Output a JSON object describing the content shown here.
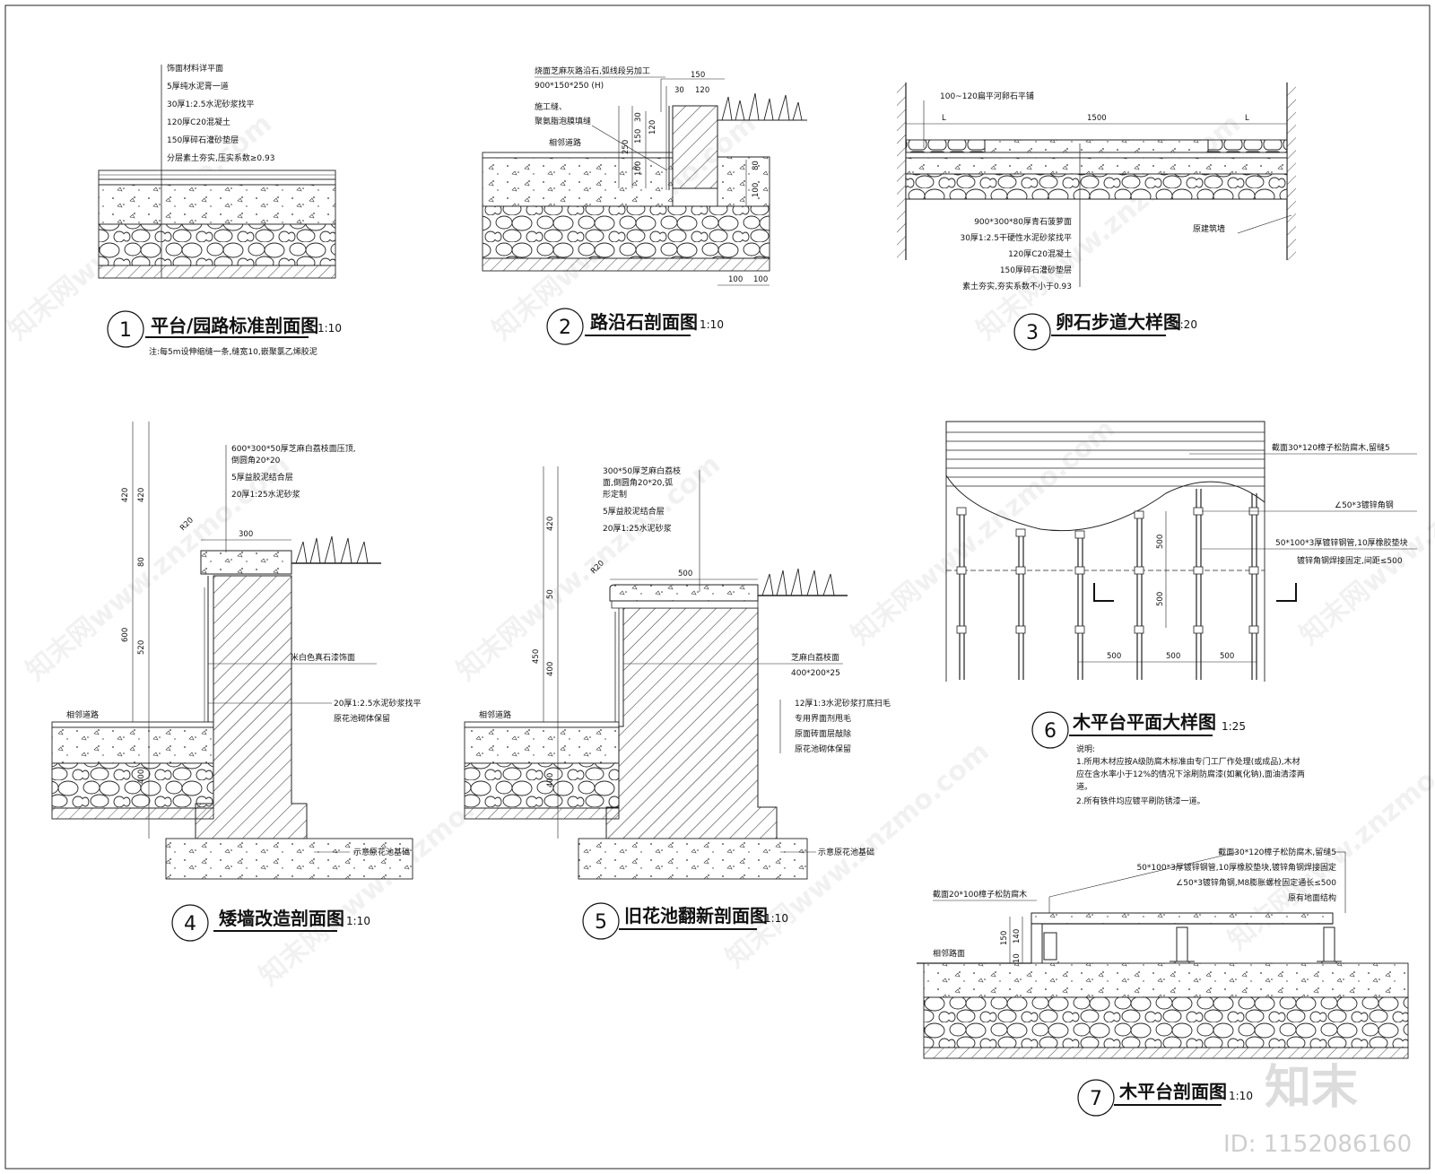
{
  "brand": {
    "logo_text": "知末",
    "id_text": "ID: 1152086160"
  },
  "watermark": "知末网www.znzmo.com",
  "details": [
    {
      "id": "d1",
      "number": "1",
      "title": "平台/园路标准剖面图",
      "scale": "1:10",
      "note": "注:每5m设伸缩缝一条,缝宽10,嵌聚氯乙烯胶泥",
      "labels": [
        "饰面材料详平面",
        "5厚纯水泥膏一道",
        "30厚1:2.5水泥砂浆找平",
        "120厚C20混凝土",
        "150厚碎石灌砂垫层",
        "分层素土夯实,压实系数≥0.93"
      ]
    },
    {
      "id": "d2",
      "number": "2",
      "title": "路沿石剖面图",
      "scale": "1:10",
      "labels": [
        "烧面芝麻灰路沿石,弧线段另加工",
        "900*150*250 (H)",
        "施工缝、",
        "聚氨脂泡膜填缝",
        "相邻道路"
      ],
      "dims": [
        "150",
        "30",
        "120",
        "30",
        "150",
        "120",
        "250",
        "100",
        "80",
        "100",
        "100",
        "100"
      ]
    },
    {
      "id": "d3",
      "number": "3",
      "title": "卵石步道大样图",
      "scale": "1:20",
      "labels": [
        "100~120扁平河卵石平铺",
        "900*300*80厚青石菠萝面",
        "30厚1:2.5干硬性水泥砂浆找平",
        "120厚C20混凝土",
        "150厚碎石灌砂垫层",
        "素土夯实,夯实系数不小于0.93",
        "原建筑墙"
      ],
      "dims": [
        "L",
        "1500",
        "L"
      ]
    },
    {
      "id": "d4",
      "number": "4",
      "title": "矮墙改造剖面图",
      "scale": "1:10",
      "labels": [
        "600*300*50厚芝麻白荔枝面压顶,",
        "倒圆角20*20",
        "5厚益胶泥结合层",
        "20厚1:25水泥砂浆",
        "米白色真石漆饰面",
        "20厚1:2.5水泥砂浆找平",
        "原花池砌体保留",
        "相邻道路",
        "示意原花池基础"
      ],
      "dims": [
        "420",
        "420",
        "80",
        "600",
        "520",
        "400",
        "300",
        "R20"
      ]
    },
    {
      "id": "d5",
      "number": "5",
      "title": "旧花池翻新剖面图",
      "scale": "1:10",
      "labels": [
        "300*50厚芝麻白荔枝",
        "面,倒圆角20*20,弧",
        "形定制",
        "5厚益胶泥结合层",
        "20厚1:25水泥砂浆",
        "芝麻白荔枝面",
        "400*200*25",
        "12厚1:3水泥砂浆打底扫毛",
        "专用界面剂甩毛",
        "原面砖面层敲除",
        "原花池砌体保留",
        "相邻道路",
        "示意原花池基础"
      ],
      "dims": [
        "420",
        "50",
        "450",
        "400",
        "400",
        "500",
        "R20"
      ]
    },
    {
      "id": "d6",
      "number": "6",
      "title": "木平台平面大样图",
      "scale": "1:25",
      "labels": [
        "截面30*120樟子松防腐木,留缝5",
        "∠50*3镀锌角钢",
        "50*100*3厚镀锌钢管,10厚橡胶垫块",
        "镀锌角钢焊接固定,间距≤500"
      ],
      "dims": [
        "500",
        "500",
        "500",
        "500",
        "500"
      ],
      "notes": [
        "说明:",
        "1.所用木材应按A级防腐木标准由专门工厂作处理(或成品),木材",
        "应在含水率小于12%的情况下涂刷防腐漆(如氟化钠),面油清漆两",
        "道。",
        "2.所有铁件均应镀平刷防锈漆一道。"
      ]
    },
    {
      "id": "d7",
      "number": "7",
      "title": "木平台剖面图",
      "scale": "1:10",
      "labels": [
        "截面30*120樟子松防腐木,留缝5",
        "50*100*3厚镀锌钢管,10厚橡胶垫块,镀锌角钢焊接固定",
        "∠50*3镀锌角钢,M8膨胀螺栓固定通长≤500",
        "原有地面结构",
        "截面20*100樟子松防腐木",
        "相邻路面"
      ],
      "dims": [
        "150",
        "140",
        "10"
      ]
    }
  ]
}
